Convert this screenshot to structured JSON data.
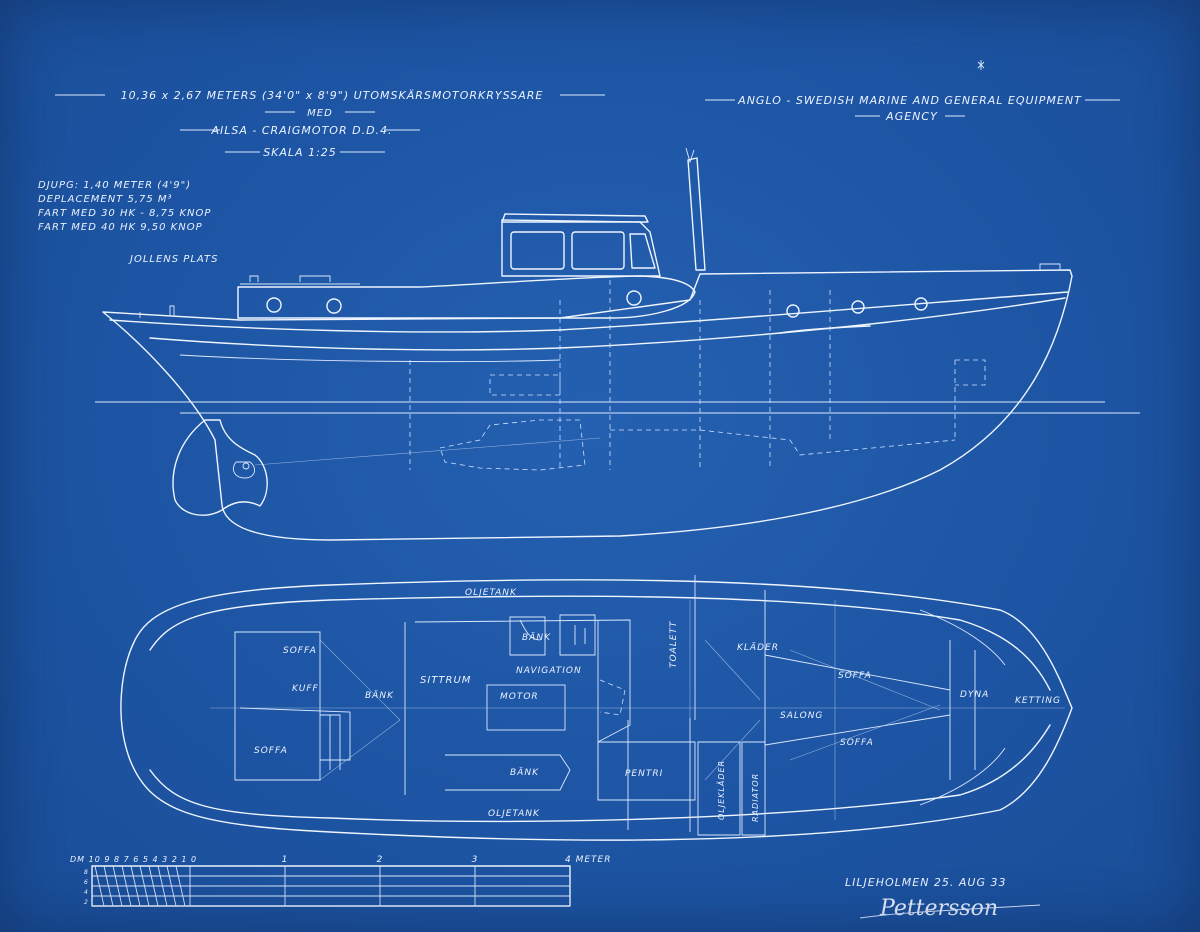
{
  "title": {
    "line1": "10,36 x 2,67 METERS (34'0\" x 8'9\") UTOMSKÄRSMOTORKRYSSARE",
    "line2": "MED",
    "line3": "AILSA - CRAIGMOTOR D.D.4.",
    "scale": "SKALA 1:25"
  },
  "agency": {
    "line1": "ANGLO - SWEDISH MARINE AND GENERAL EQUIPMENT",
    "line2": "AGENCY"
  },
  "specs": [
    "DJUPG: 1,40 METER (4'9\")",
    "DEPLACEMENT 5,75 M³",
    "FART MED 30 HK - 8,75 KNOP",
    "FART MED 40 HK  9,50 KNOP"
  ],
  "jolle_label": "JOLLENS PLATS",
  "plan_labels": {
    "oljetank_top": "OLJETANK",
    "oljetank_bottom": "OLJETANK",
    "bank_top": "BÄNK",
    "bank_bottom": "BÄNK",
    "bank_left": "BÄNK",
    "sittrum": "SITTRUM",
    "navigation": "NAVIGATION",
    "motor": "MOTOR",
    "toalett": "TOALETT",
    "klader": "KLÄDER",
    "soffa_aft": "SOFFA",
    "soffa_aft2": "SOFFA",
    "soffa_fore": "SOFFA",
    "soffa_fore2": "SOFFA",
    "kuff": "KUFF",
    "salong": "SALONG",
    "pentri": "PENTRI",
    "oljeklader": "OLJEKLÄDER",
    "radiator": "RADIATOR",
    "dyna": "DYNA",
    "ketting": "KETTING"
  },
  "scale_bar": {
    "left_label": "DM 10 9 8 7 6 5 4 3 2 1 0",
    "ticks": [
      "1",
      "2",
      "3"
    ],
    "end_label": "4 METER",
    "side_digits": [
      "8",
      "6",
      "4",
      "2"
    ]
  },
  "footer": {
    "place_date": "LILJEHOLMEN  25. AUG 33",
    "signature": "Pettersson"
  },
  "colors": {
    "paper": "#1f56a3",
    "ink": "#eef5ff"
  }
}
